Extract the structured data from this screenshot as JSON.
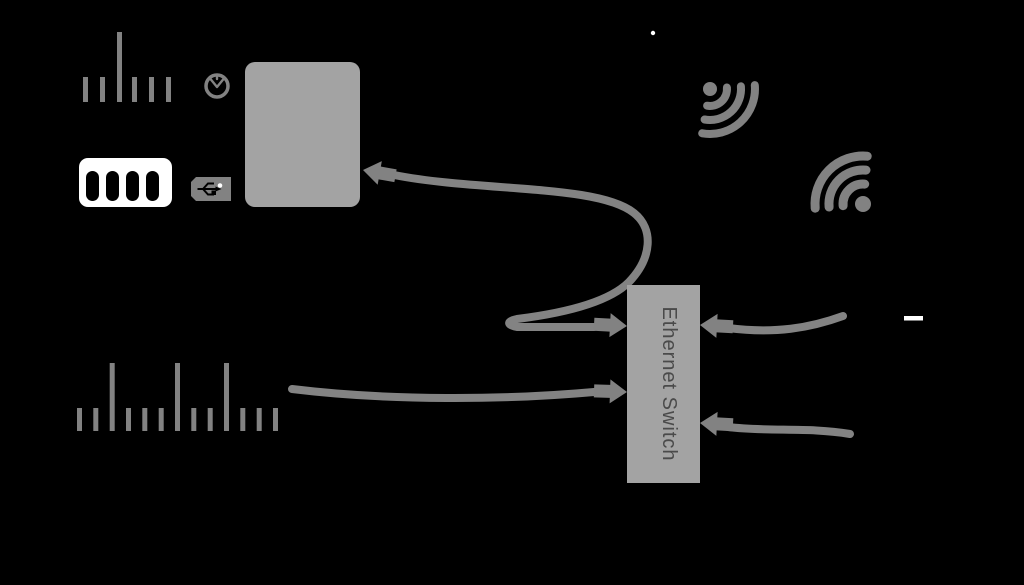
{
  "diagram": {
    "switch": {
      "label": "Ethernet Switch"
    },
    "colors": {
      "background": "#000000",
      "shape": "#828282",
      "cable": "#838383",
      "box": "#a3a3a3",
      "label_text": "#4a4a4a",
      "white": "#ffffff"
    },
    "icons": {
      "antenna_upper": "comb-antenna-icon",
      "antenna_lower": "comb-antenna-icon",
      "clock": "clock-icon",
      "terminal_block": "terminal-block-icon",
      "usb": "usb-plug-icon",
      "wifi_upper": "wifi-signal-icon",
      "wifi_lower": "wifi-signal-icon",
      "marker_dot": "white-dot-marker",
      "marker_dash": "white-dash-marker"
    }
  }
}
